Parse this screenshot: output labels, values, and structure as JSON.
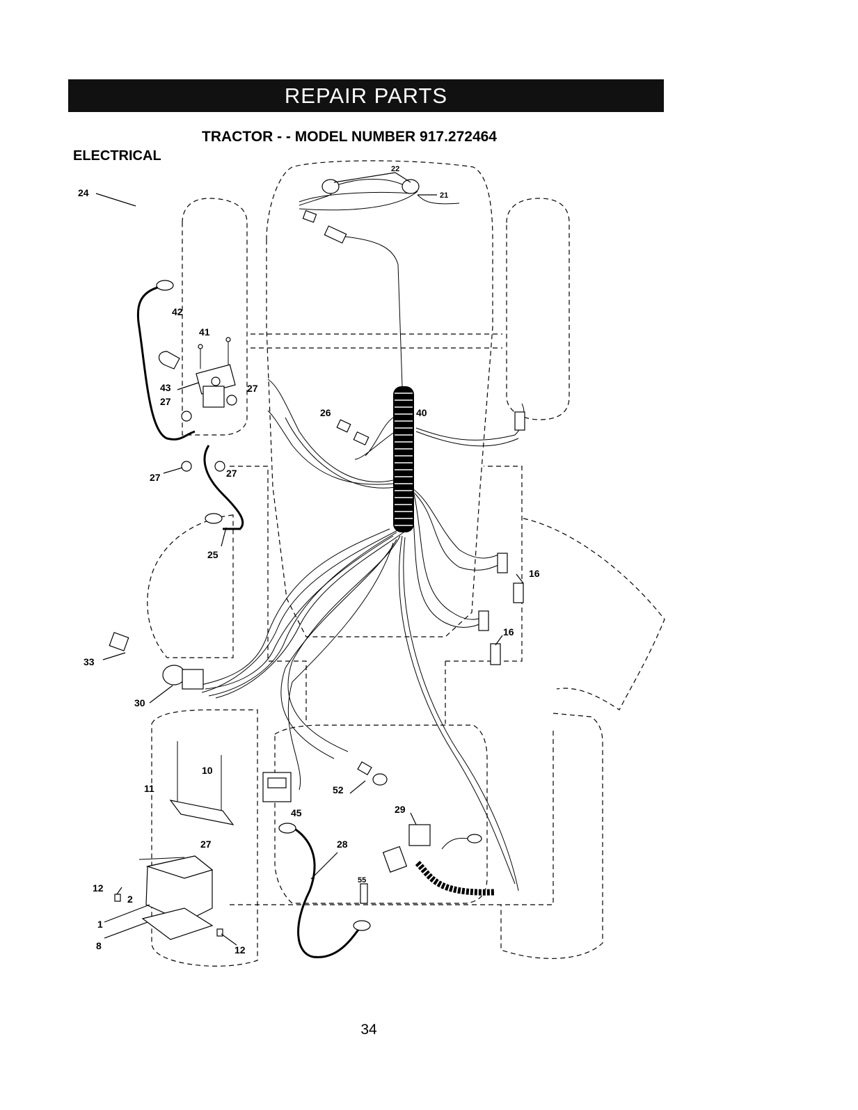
{
  "header": {
    "title": "REPAIR PARTS"
  },
  "subtitle": "TRACTOR - - MODEL NUMBER 917.272464",
  "section": "ELECTRICAL",
  "callouts": {
    "c22": "22",
    "c21": "21",
    "c24": "24",
    "c42": "42",
    "c41": "41",
    "c43": "43",
    "c27a": "27",
    "c27b": "27",
    "c27c": "27",
    "c27d": "27",
    "c26": "26",
    "c40": "40",
    "c25": "25",
    "c16a": "16",
    "c16b": "16",
    "c33": "33",
    "c30": "30",
    "c10": "10",
    "c11": "11",
    "c27e": "27",
    "c12a": "12",
    "c2": "2",
    "c1": "1",
    "c8": "8",
    "c12b": "12",
    "c45": "45",
    "c52": "52",
    "c29": "29",
    "c28": "28",
    "c55": "55"
  },
  "page_number": "34"
}
